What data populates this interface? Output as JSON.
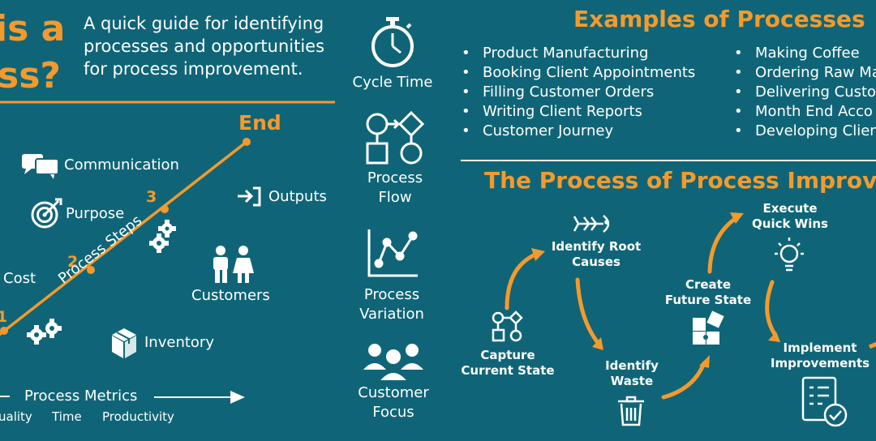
{
  "header": {
    "title_line1": "is a",
    "title_line2": "ss?",
    "subtitle": [
      "A quick guide for identifying",
      "processes and opportunities",
      "for process improvement."
    ]
  },
  "left_diagram": {
    "end_label": "End",
    "step_numbers": [
      "1",
      "2",
      "3"
    ],
    "steps_label": "Process Steps",
    "items": {
      "communication": "Communication",
      "purpose": "Purpose",
      "outputs": "Outputs",
      "cost": "Cost",
      "customers": "Customers",
      "inventory": "Inventory"
    },
    "metrics": {
      "label": "Process Metrics",
      "quality": "uality",
      "time": "Time",
      "productivity": "Productivity"
    }
  },
  "middle_column": [
    {
      "label": "Cycle Time",
      "icon": "stopwatch-icon"
    },
    {
      "label": "Process Flow",
      "icon": "flowchart-icon"
    },
    {
      "label": "Process Variation",
      "icon": "line-chart-icon"
    },
    {
      "label": "Customer Focus",
      "icon": "people-icon"
    }
  ],
  "examples": {
    "title": "Examples of Processes",
    "col1": [
      "Product Manufacturing",
      "Booking Client Appointments",
      "Filling Customer Orders",
      "Writing Client Reports",
      "Customer Journey"
    ],
    "col2": [
      "Making Coffee",
      "Ordering Raw Ma",
      "Delivering Custo",
      "Month End Acco",
      "Developing Clien"
    ]
  },
  "improvement": {
    "title": "The Process of Process Improv",
    "steps": {
      "capture": "Capture Current State",
      "root": "Identify Root Causes",
      "waste": "Identify Waste",
      "future": "Create Future State",
      "quick": "Execute Quick Wins",
      "implement": "Implement Improvements"
    }
  },
  "colors": {
    "background": "#0f6577",
    "accent": "#f49a2c",
    "text": "#ffffff"
  }
}
